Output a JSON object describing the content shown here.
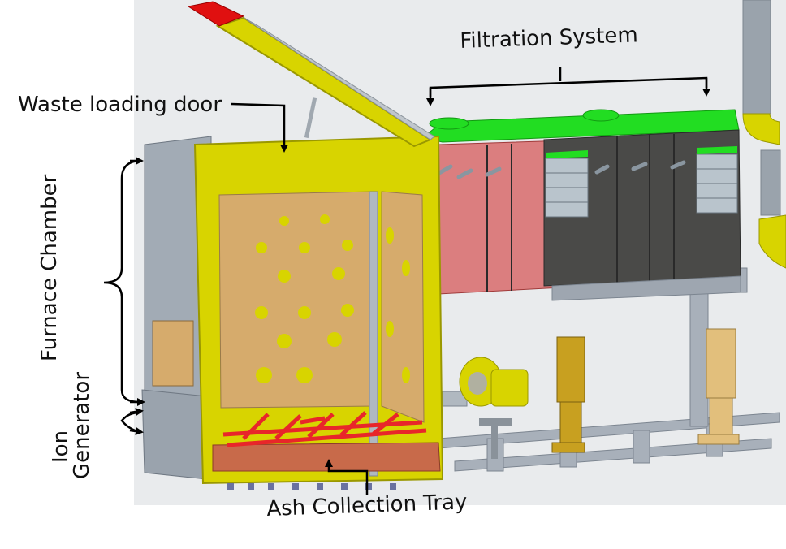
{
  "labels": {
    "waste_loading_door": "Waste loading door",
    "filtration_system": "Filtration System",
    "furnace_chamber": "Furnace Chamber",
    "ion_generator_line1": "Ion",
    "ion_generator_line2": "Generator",
    "ash_collection_tray": "Ash Collection Tray"
  },
  "colors": {
    "background": "#e9ebed",
    "frame_yellow": "#d8d400",
    "inner_panel": "#d6ab6c",
    "filter_green": "#22dd22",
    "filter_red": "#d55a5a",
    "filter_dark": "#4a4a48",
    "steel_grey": "#9ea6b0",
    "grate_red": "#e8262a",
    "lid_red": "#e01010"
  }
}
